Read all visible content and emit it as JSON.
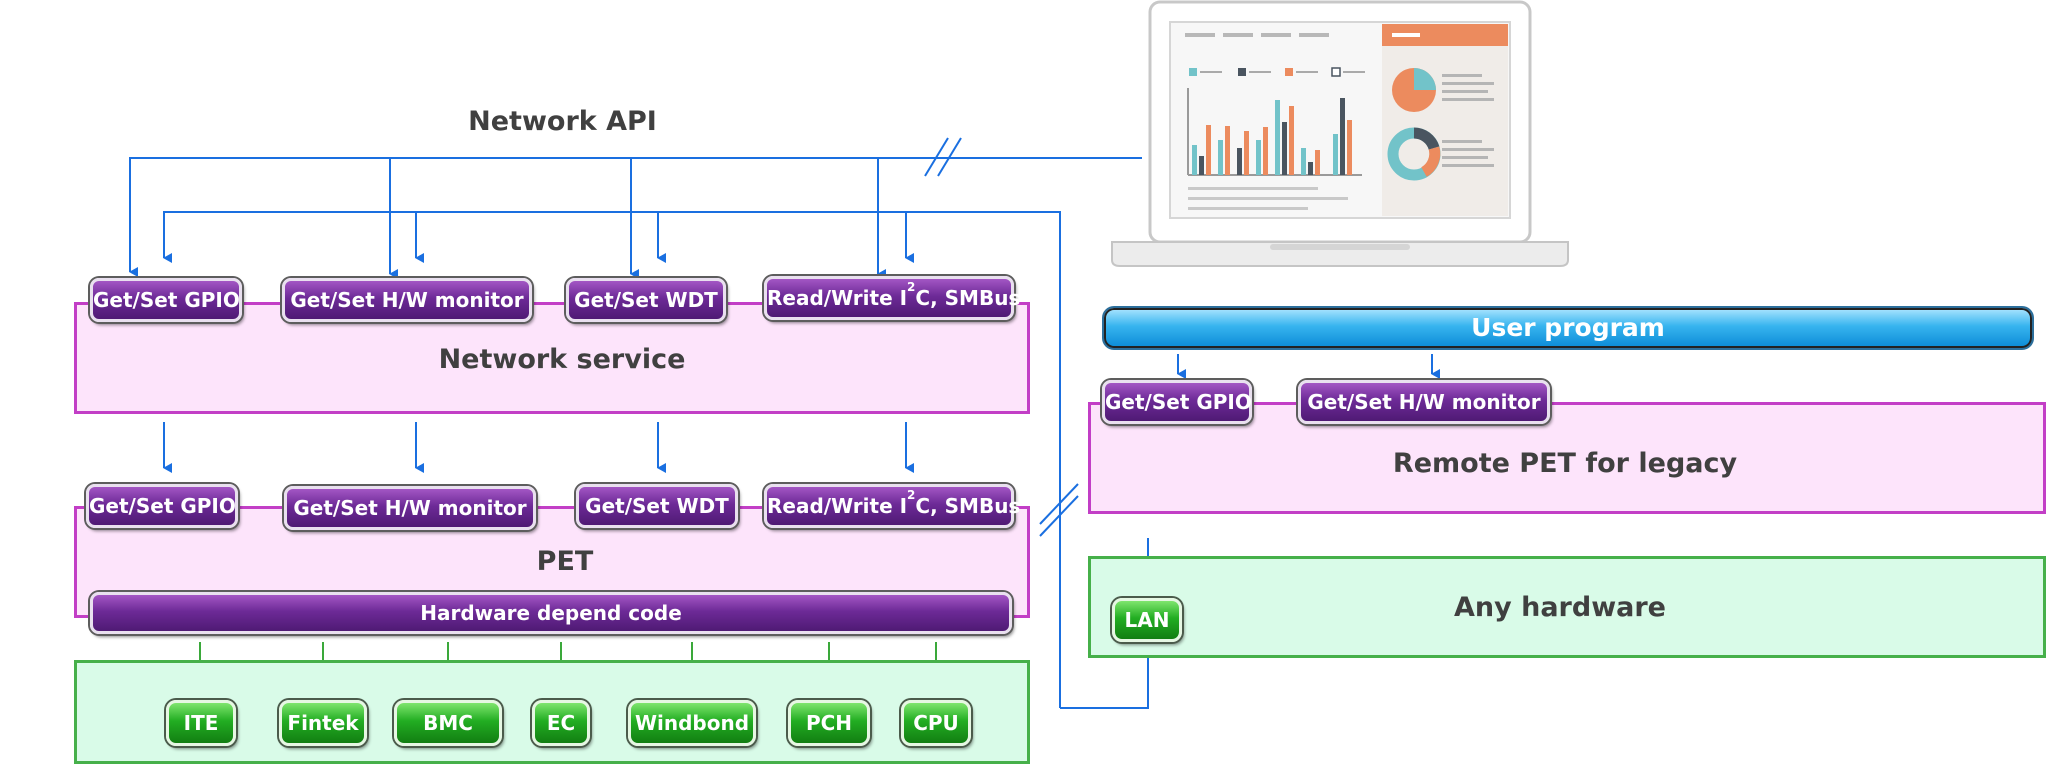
{
  "labels": {
    "network_api": "Network API",
    "network_service": "Network service",
    "pet": "PET",
    "hardware_depend_code": "Hardware depend code",
    "user_program": "User program",
    "remote_pet": "Remote PET for legacy",
    "any_hardware": "Any hardware",
    "lan": "LAN"
  },
  "network_service_buttons": [
    {
      "label": "Get/Set GPIO"
    },
    {
      "label": "Get/Set H/W monitor"
    },
    {
      "label": "Get/Set WDT"
    },
    {
      "label": "Read/Write I",
      "sup": "2",
      "suffix": "C, SMBus"
    }
  ],
  "pet_buttons": [
    {
      "label": "Get/Set GPIO"
    },
    {
      "label": "Get/Set H/W monitor"
    },
    {
      "label": "Get/Set WDT"
    },
    {
      "label": "Read/Write I",
      "sup": "2",
      "suffix": "C, SMBus"
    }
  ],
  "remote_buttons": [
    {
      "label": "Get/Set GPIO"
    },
    {
      "label": "Get/Set H/W monitor"
    }
  ],
  "chips": [
    "ITE",
    "Fintek",
    "BMC",
    "EC",
    "Windbond",
    "PCH",
    "CPU"
  ],
  "colors": {
    "arrow_blue": "#1a6fe0",
    "arrow_green": "#3aa83a",
    "pink_fill": "#fde4fb",
    "pink_border": "#c23ec6",
    "green_fill": "#d9fbe8",
    "green_border": "#46b04a",
    "purple": "#6d2a97",
    "laptop_orange": "#ec8b5e",
    "laptop_teal": "#72c3c9",
    "laptop_dark": "#4a5560"
  },
  "icons": [
    "laptop-icon",
    "bar-chart-icon",
    "pie-chart-icon",
    "donut-chart-icon"
  ]
}
